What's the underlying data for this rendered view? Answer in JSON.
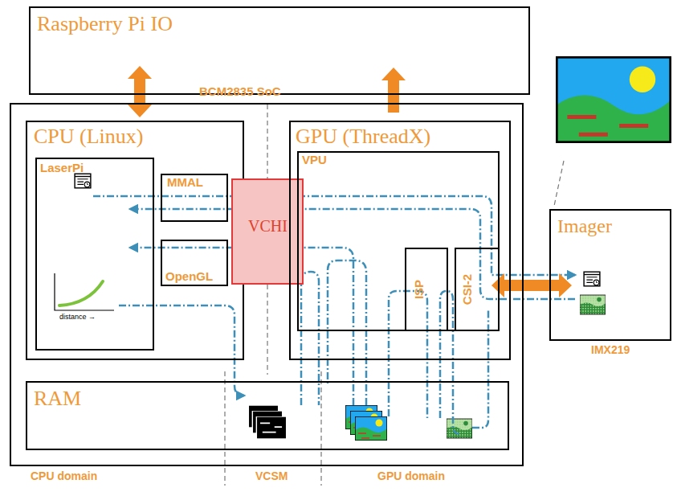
{
  "diagram": {
    "nodes": [
      {
        "text": [
          "Raspberry Pi IO"
        ]
      },
      {
        "text": [
          "BCM2835 SoC"
        ]
      },
      {
        "text": [
          "CPU (Linux)"
        ],
        "in": 1
      },
      {
        "text": [
          "LaserPi"
        ],
        "in": 2
      },
      {
        "text": [
          "MMAL"
        ],
        "in": 2
      },
      {
        "text": [
          "OpenGL"
        ],
        "in": 2
      },
      {
        "text": [
          "VCHI"
        ],
        "in": 1
      },
      {
        "text": [
          "GPU (ThreadX)"
        ],
        "in": 1
      },
      {
        "text": [
          "VPU"
        ],
        "in": 7
      },
      {
        "text": [
          "ISP"
        ],
        "in": 8
      },
      {
        "text": [
          "CSI-2"
        ],
        "in": 8
      },
      {
        "text": [
          "RAM"
        ],
        "in": 1
      },
      {
        "text": [
          "Imager",
          "IMX219"
        ]
      }
    ],
    "edges": [
      {
        "from": 1,
        "to": 0,
        "arrow": "both"
      },
      {
        "from": 1,
        "to": 0,
        "arrow": "to"
      },
      {
        "from": 10,
        "to": 12,
        "arrow": "both"
      }
    ],
    "labels": [
      "distance →",
      "CPU domain",
      "VCSM",
      "GPU domain"
    ]
  }
}
